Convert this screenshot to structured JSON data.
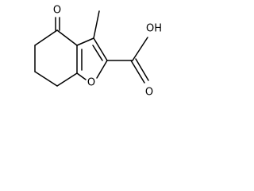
{
  "molecule": {
    "atom_labels": {
      "ketone_oxygen": "O",
      "ring_oxygen": "O",
      "hydroxyl": "OH",
      "carbonyl_oxygen": "O"
    }
  }
}
